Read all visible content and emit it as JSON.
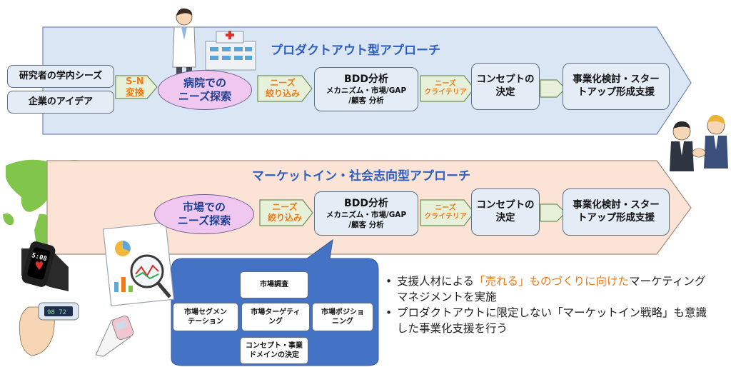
{
  "colors": {
    "top_band": "#dbe6f5",
    "bottom_band": "#fbe4d6",
    "chevron": "#e7f1da",
    "ellipse": "#f0c8ef",
    "box": "#e4ecf6",
    "callout": "#4472c4",
    "highlight": "#f07a18",
    "title": "#2e5ebf"
  },
  "top_flow": {
    "title": "プロダクトアウト型アプローチ",
    "source_1": "研究者の学内シーズ",
    "source_2": "企業のアイデア",
    "arrow_1": [
      "S-N",
      "変換"
    ],
    "ellipse": [
      "病院での",
      "ニーズ探索"
    ],
    "arrow_2": [
      "ニーズ",
      "絞り込み"
    ],
    "bdd": {
      "title": "BDD分析",
      "line1": "メカニズム・市場/GAP",
      "line2": "/顧客 分析"
    },
    "arrow_3": [
      "ニーズ",
      "クライテリア"
    ],
    "concept": [
      "コンセプトの",
      "決定"
    ],
    "final": [
      "事業化検討・スター",
      "トアップ形成支援"
    ]
  },
  "bottom_flow": {
    "title": "マーケットイン・社会志向型アプローチ",
    "ellipse": [
      "市場での",
      "ニーズ探索"
    ],
    "arrow_2": [
      "ニーズ",
      "絞り込み"
    ],
    "bdd": {
      "title": "BDD分析",
      "line1": "メカニズム・市場/GAP",
      "line2": "/顧客 分析"
    },
    "arrow_3": [
      "ニーズ",
      "クライテリア"
    ],
    "concept": [
      "コンセプトの",
      "決定"
    ],
    "final": [
      "事業化検討・スター",
      "トアップ形成支援"
    ]
  },
  "callout": {
    "market_research": "市場調査",
    "segmentation": [
      "市場セグメン",
      "テーション"
    ],
    "targeting": [
      "市場ターゲティ",
      "ング"
    ],
    "positioning": [
      "市場ポジショ",
      "ニング"
    ],
    "domain": [
      "コンセプト・事業",
      "ドメインの決定"
    ]
  },
  "bullets": {
    "item1": {
      "pre": "支援人材による",
      "highlight": "「売れる」ものづくりに向けた",
      "post": "マーケティング",
      "line2": "マネジメントを実施"
    },
    "item2": {
      "line1": "プロダクトアウトに限定しない「マーケットイン戦略」も意識",
      "line2": "した事業化支援を行う"
    }
  },
  "illustrations": {
    "doctor": "doctor-icon",
    "hospital": "hospital-icon",
    "handshake": "business-handshake-icon",
    "world_map": "world-map-icon",
    "smartwatch": "smartwatch-icon",
    "pulse_oximeter": "pulse-oximeter-icon",
    "thermometer": "thermometer-icon",
    "report": "analytics-report-icon",
    "smartwatch_time": "5:08"
  }
}
